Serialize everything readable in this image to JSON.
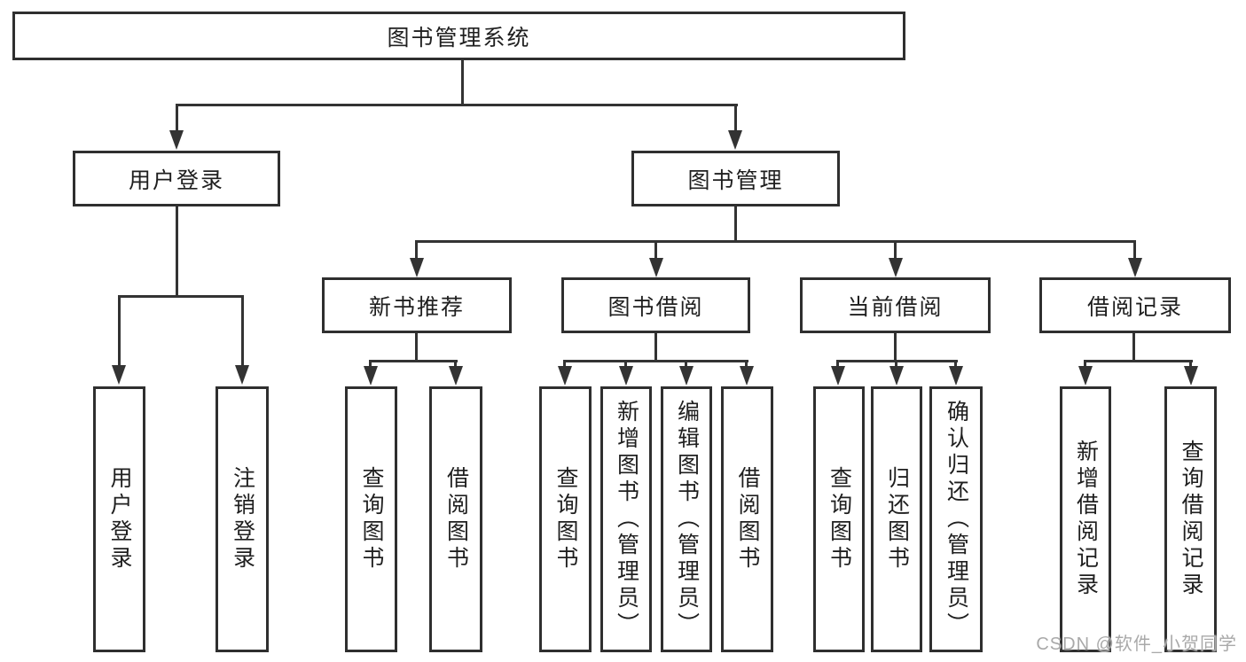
{
  "diagram": {
    "title": "图书管理系统",
    "level2": [
      {
        "label": "用户登录"
      },
      {
        "label": "图书管理"
      }
    ],
    "level3": [
      {
        "label": "新书推荐"
      },
      {
        "label": "图书借阅"
      },
      {
        "label": "当前借阅"
      },
      {
        "label": "借阅记录"
      }
    ],
    "leaves": [
      {
        "label": "用户登录"
      },
      {
        "label": "注销登录"
      },
      {
        "label": "查询图书"
      },
      {
        "label": "借阅图书"
      },
      {
        "label": "查询图书"
      },
      {
        "label": "新增图书（管理员）"
      },
      {
        "label": "编辑图书（管理员）"
      },
      {
        "label": "借阅图书"
      },
      {
        "label": "查询图书"
      },
      {
        "label": "归还图书"
      },
      {
        "label": "确认归还（管理员）"
      },
      {
        "label": "新增借阅记录"
      },
      {
        "label": "查询借阅记录"
      }
    ],
    "watermark": "CSDN @软件_小贺同学",
    "colors": {
      "line": "#333333",
      "border": "#2f2f2f",
      "text": "#1f1f1f",
      "background": "#ffffff",
      "watermark": "#a9a9a9"
    }
  }
}
